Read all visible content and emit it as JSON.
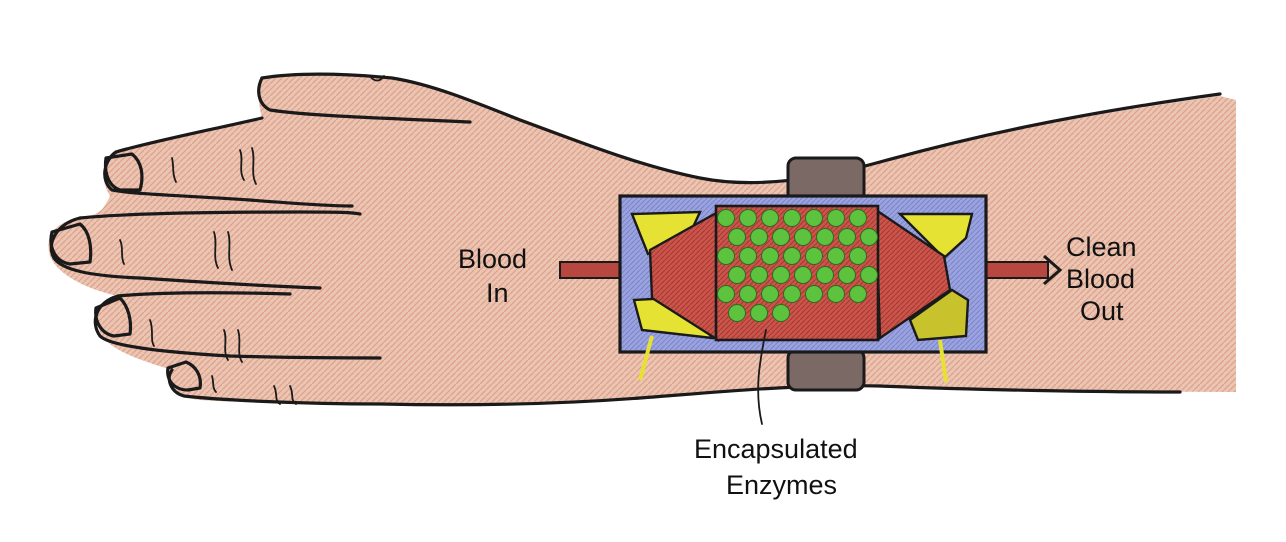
{
  "labels": {
    "blood_in_line1": "Blood",
    "blood_in_line2": "In",
    "clean_line1": "Clean",
    "clean_line2": "Blood",
    "clean_line3": "Out",
    "enzymes_line1": "Encapsulated",
    "enzymes_line2": "Enzymes"
  },
  "colors": {
    "skin": "#e8b9a4",
    "skin_shade": "#d99a82",
    "device_border": "#8a93d8",
    "filter_red": "#c8504a",
    "enzyme_green": "#5dc23e",
    "yellow_pad": "#e6e233",
    "strap": "#6e5e5a",
    "tube": "#b8473f"
  },
  "enzyme_count": 38
}
